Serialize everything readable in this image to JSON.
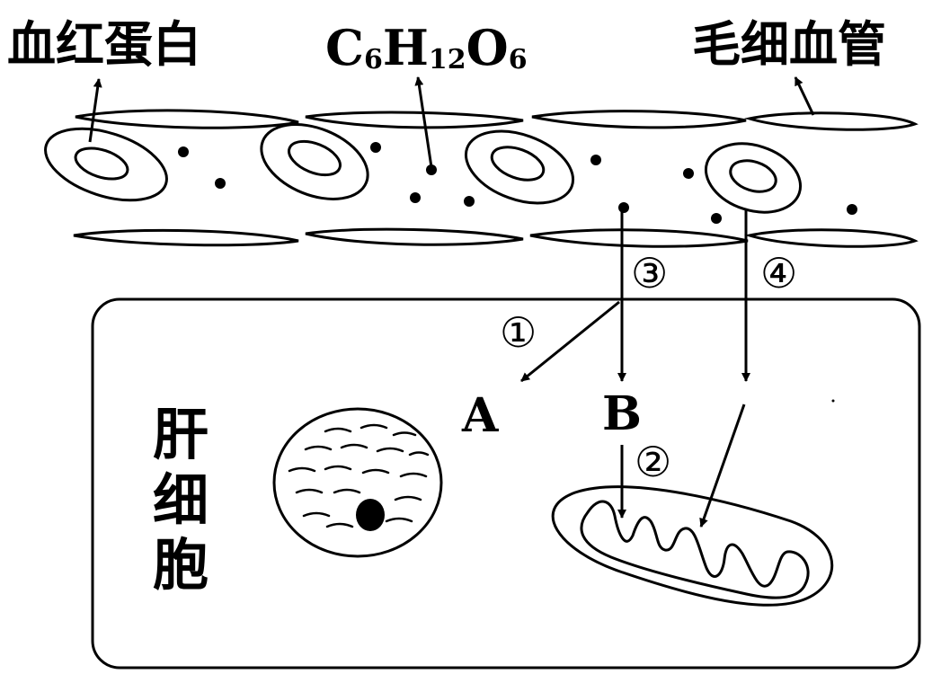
{
  "labels": {
    "hemoglobin": "血红蛋白",
    "glucose": {
      "c": "C",
      "c_sub": "6",
      "h": "H",
      "h_sub": "12",
      "o": "O",
      "o_sub": "6"
    },
    "capillary": "毛细血管",
    "liver_cell": [
      "肝",
      "细",
      "胞"
    ],
    "substance_a": "A",
    "substance_b": "B"
  },
  "pathways": {
    "p1": "①",
    "p2": "②",
    "p3": "③",
    "p4": "④"
  },
  "colors": {
    "ink": "#000000",
    "background": "#ffffff"
  }
}
